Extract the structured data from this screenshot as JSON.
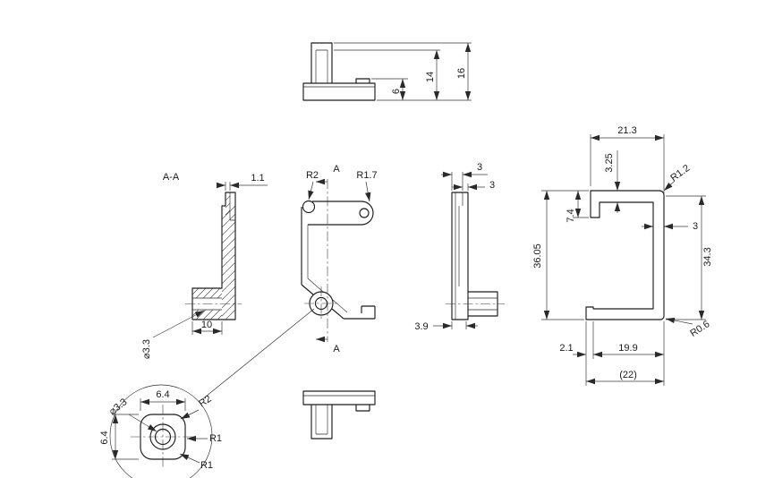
{
  "drawing": {
    "background": "#ffffff",
    "line_color": "#1c1c1c",
    "dim_color": "#3a3a3a"
  },
  "views": {
    "top": {
      "dims": {
        "h6": "6",
        "h14": "14",
        "h16": "16"
      }
    },
    "section": {
      "label": "A-A",
      "dims": {
        "t1_1": "1.1",
        "w10": "10",
        "dia3_3": "⌀3.3"
      }
    },
    "front": {
      "marker_top": "A",
      "marker_bottom": "A",
      "dims": {
        "r2": "R2",
        "r1_7": "R1.7"
      }
    },
    "side": {
      "dims": {
        "d3_upper": "3",
        "d3_lower": "3",
        "d3_9": "3.9"
      }
    },
    "profile": {
      "dims": {
        "w21_3": "21.3",
        "t3_25": "3.25",
        "r1_2": "R1.2",
        "h7_4": "7.4",
        "h36_05": "36.05",
        "t3": "3",
        "h34_3": "34.3",
        "r0_6": "R0.6",
        "w2_1": "2.1",
        "w19_9": "19.9",
        "w22": "(22)"
      }
    },
    "detail": {
      "dims": {
        "w6_4": "6.4",
        "dia3_3": "⌀3.3",
        "r2": "R2",
        "r1_side": "R1",
        "h6_4": "6.4",
        "r1_bottom": "R1"
      }
    }
  }
}
